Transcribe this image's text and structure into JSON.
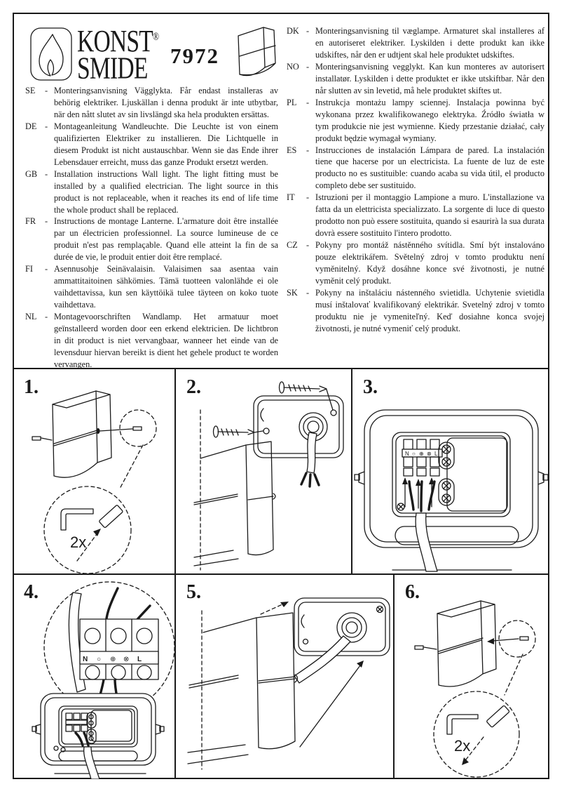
{
  "header": {
    "brand_line1": "KONST",
    "brand_line2": "SMIDE",
    "registered": "®",
    "model": "7972"
  },
  "instructions": {
    "left": [
      {
        "code": "SE",
        "text": "Monteringsanvisning Vägglykta. Får endast installeras av behörig elektriker. Ljuskällan i denna produkt är inte utbytbar, när den nått slutet av sin livslängd ska hela produkten ersättas."
      },
      {
        "code": "DE",
        "text": "Montageanleitung Wandleuchte. Die Leuchte ist von einem qualifizierten Elektriker zu installieren. Die Lichtquelle in diesem Produkt ist nicht austauschbar. Wenn sie das Ende ihrer Lebensdauer erreicht, muss das ganze Produkt ersetzt werden."
      },
      {
        "code": "GB",
        "text": "Installation instructions Wall light. The light fitting must be installed by a qualified electrician. The light source in this product is not replaceable, when it reaches its end of life time the whole product shall be replaced."
      },
      {
        "code": "FR",
        "text": "Instructions de montage Lanterne. L'armature doit être installée par un électricien professionnel. La source lumineuse de ce produit n'est pas remplaçable. Quand elle atteint la fin de sa durée de vie, le produit entier doit être remplacé."
      },
      {
        "code": "FI",
        "text": "Asennusohje Seinävalaisin. Valaisimen saa asentaa vain ammattitaitoinen sähkömies. Tämä tuotteen valonlähde ei ole vaihdettavissa, kun sen käyttöikä tulee täyteen on koko tuote vaihdettava."
      },
      {
        "code": "NL",
        "text": "Montagevoorschriften Wandlamp. Het armatuur moet geïnstalleerd worden door een erkend elektricien. De lichtbron in dit product is niet vervangbaar, wanneer het einde van de levensduur hiervan bereikt is dient het gehele product te worden vervangen."
      }
    ],
    "right": [
      {
        "code": "DK",
        "text": "Monteringsanvisning til væglampe. Armaturet skal installeres af en autoriseret elektriker. Lyskilden i dette produkt kan ikke udskiftes, når den er udtjent skal hele produktet udskiftes."
      },
      {
        "code": "NO",
        "text": "Monteringsanvisning vegglykt. Kan kun monteres av autorisert installatør. Lyskilden i dette produktet er ikke utskiftbar. Når den når slutten av sin levetid, må hele produktet skiftes ut."
      },
      {
        "code": "PL",
        "text": "Instrukcja montażu lampy sciennej. Instalacja powinna być wykonana przez kwalifikowanego elektryka. Źródło światła w tym produkcie nie jest wymienne. Kiedy przestanie działać, cały produkt będzie wymagał wymiany."
      },
      {
        "code": "ES",
        "text": "Instrucciones de instalación Lámpara de pared. La instalación tiene que hacerse por un electricista. La fuente de luz de este producto no es sustituible: cuando acaba su vida útil, el producto completo debe ser sustituido."
      },
      {
        "code": "IT",
        "text": "Istruzioni per il montaggio Lampione a muro. L'installazione va fatta da un elettricista specializzato. La sorgente di luce di questo prodotto non può essere sostituita, quando si esaurirà la sua durata dovrà essere sostituito l'intero prodotto."
      },
      {
        "code": "CZ",
        "text": "Pokyny pro montáž nástěnného svítidla. Smí být instalováno pouze elektrikářem. Světelný zdroj v tomto produktu není vyměnitelný. Když dosáhne konce své životnosti, je nutné vyměnit celý produkt."
      },
      {
        "code": "SK",
        "text": "Pokyny na inštaláciu nástenného svietidla. Uchytenie svietidla musí inštalovať kvalifikovaný elektrikár. Svetelný zdroj v tomto produktu nie je vymeniteľný. Keď dosiahne konca svojej životnosti, je nutné vymeniť celý produkt."
      }
    ]
  },
  "panels": {
    "p1": {
      "number": "1.",
      "quantity_label": "2x"
    },
    "p2": {
      "number": "2."
    },
    "p3": {
      "number": "3."
    },
    "p4": {
      "number": "4."
    },
    "p5": {
      "number": "5."
    },
    "p6": {
      "number": "6.",
      "quantity_label": "2x"
    }
  },
  "terminal_labels": {
    "n": "N",
    "o": "○",
    "earth": "⊕",
    "x": "⊗",
    "l": "L"
  },
  "colors": {
    "ink": "#1a1a1a",
    "paper": "#ffffff"
  }
}
